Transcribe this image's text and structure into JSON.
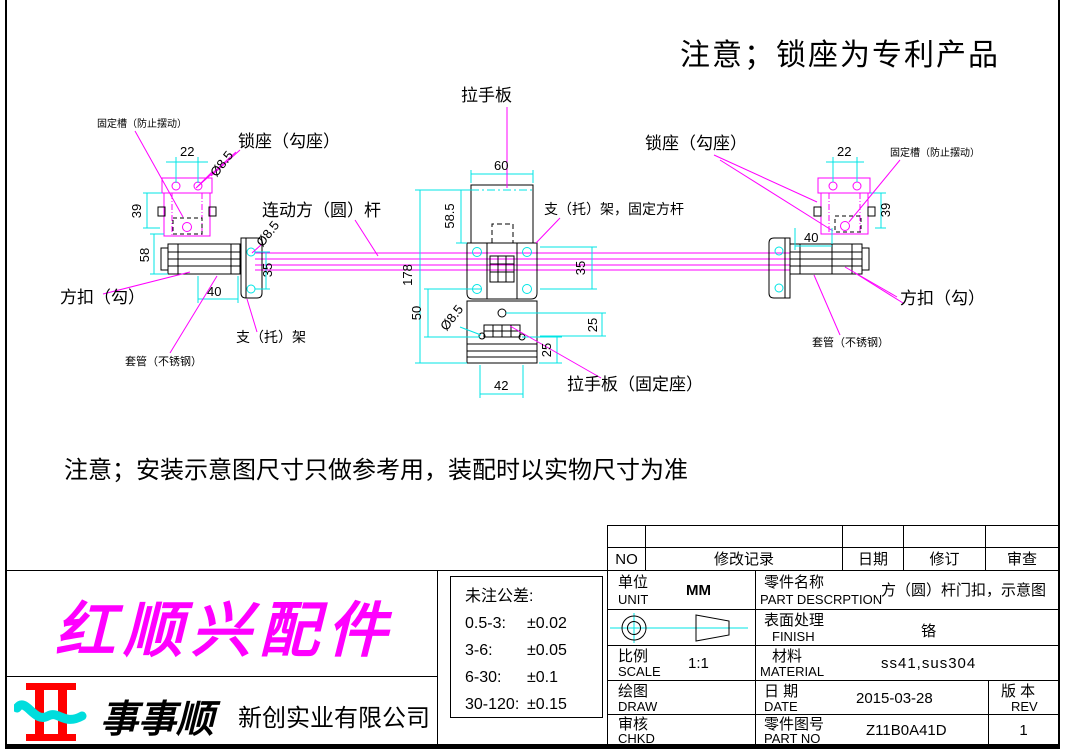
{
  "notes": {
    "patent_note": "注意；锁座为专利产品",
    "assembly_note": "注意；安装示意图尺寸只做参考用，装配时以实物尺寸为准"
  },
  "drawing": {
    "labels": {
      "fixing_slot_left": "固定槽（防止摆动）",
      "lock_seat_left": "锁座（勾座）",
      "linkage_rod": "连动方（圆）杆",
      "square_hook_left": "方扣（勾）",
      "bracket_left": "支（托）架",
      "sleeve_left": "套管（不锈钢）",
      "handle_plate": "拉手板",
      "bracket_center": "支（托）架，固定方杆",
      "handle_plate_base": "拉手板（固定座）",
      "lock_seat_right": "锁座（勾座）",
      "fixing_slot_right": "固定槽（防止摆动）",
      "square_hook_right": "方扣（勾）",
      "sleeve_right": "套管（不锈钢）"
    },
    "dims": {
      "left": {
        "pitch": "22",
        "dia_top": "Ø8.5",
        "seat_height": "39",
        "assembly_height": "58",
        "dia_rod": "Ø8.5",
        "bracket_height": "35",
        "sleeve_length": "40"
      },
      "center": {
        "plate_width": "60",
        "plate_height": "58.5",
        "overall_height": "178",
        "bracket_height": "35",
        "base_height": "50",
        "dia": "Ø8.5",
        "offset_a": "25",
        "offset_b": "25",
        "base_width": "42"
      },
      "right": {
        "pitch": "22",
        "seat_height": "39",
        "sleeve_length": "40"
      }
    }
  },
  "revision_table": {
    "col_no": "NO",
    "col_record": "修改记录",
    "col_date": "日期",
    "col_revise": "修订",
    "col_check": "审查"
  },
  "title_block": {
    "unit_label": "单位",
    "unit_label_en": "UNIT",
    "unit_value": "MM",
    "part_desc_label": "零件名称",
    "part_desc_label_en": "PART DESCRPTION",
    "part_desc_value": "方（圆）杆门扣，示意图",
    "finish_label": "表面处理",
    "finish_label_en": "FINISH",
    "finish_value": "铬",
    "scale_label": "比例",
    "scale_label_en": "SCALE",
    "scale_value": "1:1",
    "material_label": "材料",
    "material_label_en": "MATERIAL",
    "material_value": "ss41,sus304",
    "draw_label": "绘图",
    "draw_label_en": "DRAW",
    "date_label": "日 期",
    "date_label_en": "DATE",
    "date_value": "2015-03-28",
    "rev_label": "版 本",
    "rev_label_en": "REV",
    "rev_value": "1",
    "chkd_label": "审核",
    "chkd_label_en": "CHKD",
    "part_no_label": "零件图号",
    "part_no_label_en": "PART NO",
    "part_no_value": "Z11B0A41D"
  },
  "tolerance": {
    "title": "未注公差:",
    "rows": [
      {
        "range": "0.5-3:",
        "value": "±0.02"
      },
      {
        "range": "3-6:",
        "value": "±0.05"
      },
      {
        "range": "6-30:",
        "value": "±0.1"
      },
      {
        "range": "30-120:",
        "value": "±0.15"
      }
    ]
  },
  "branding": {
    "brand_name": "红顺兴配件",
    "logo_text": "事事顺",
    "company": "新创实业有限公司"
  },
  "colors": {
    "dimension_cyan": "#00e5e5",
    "leader_magenta": "#ff00ff",
    "brand_magenta": "#ff00ff",
    "logo_red": "#ff0000",
    "logo_cyan": "#00dddd"
  }
}
